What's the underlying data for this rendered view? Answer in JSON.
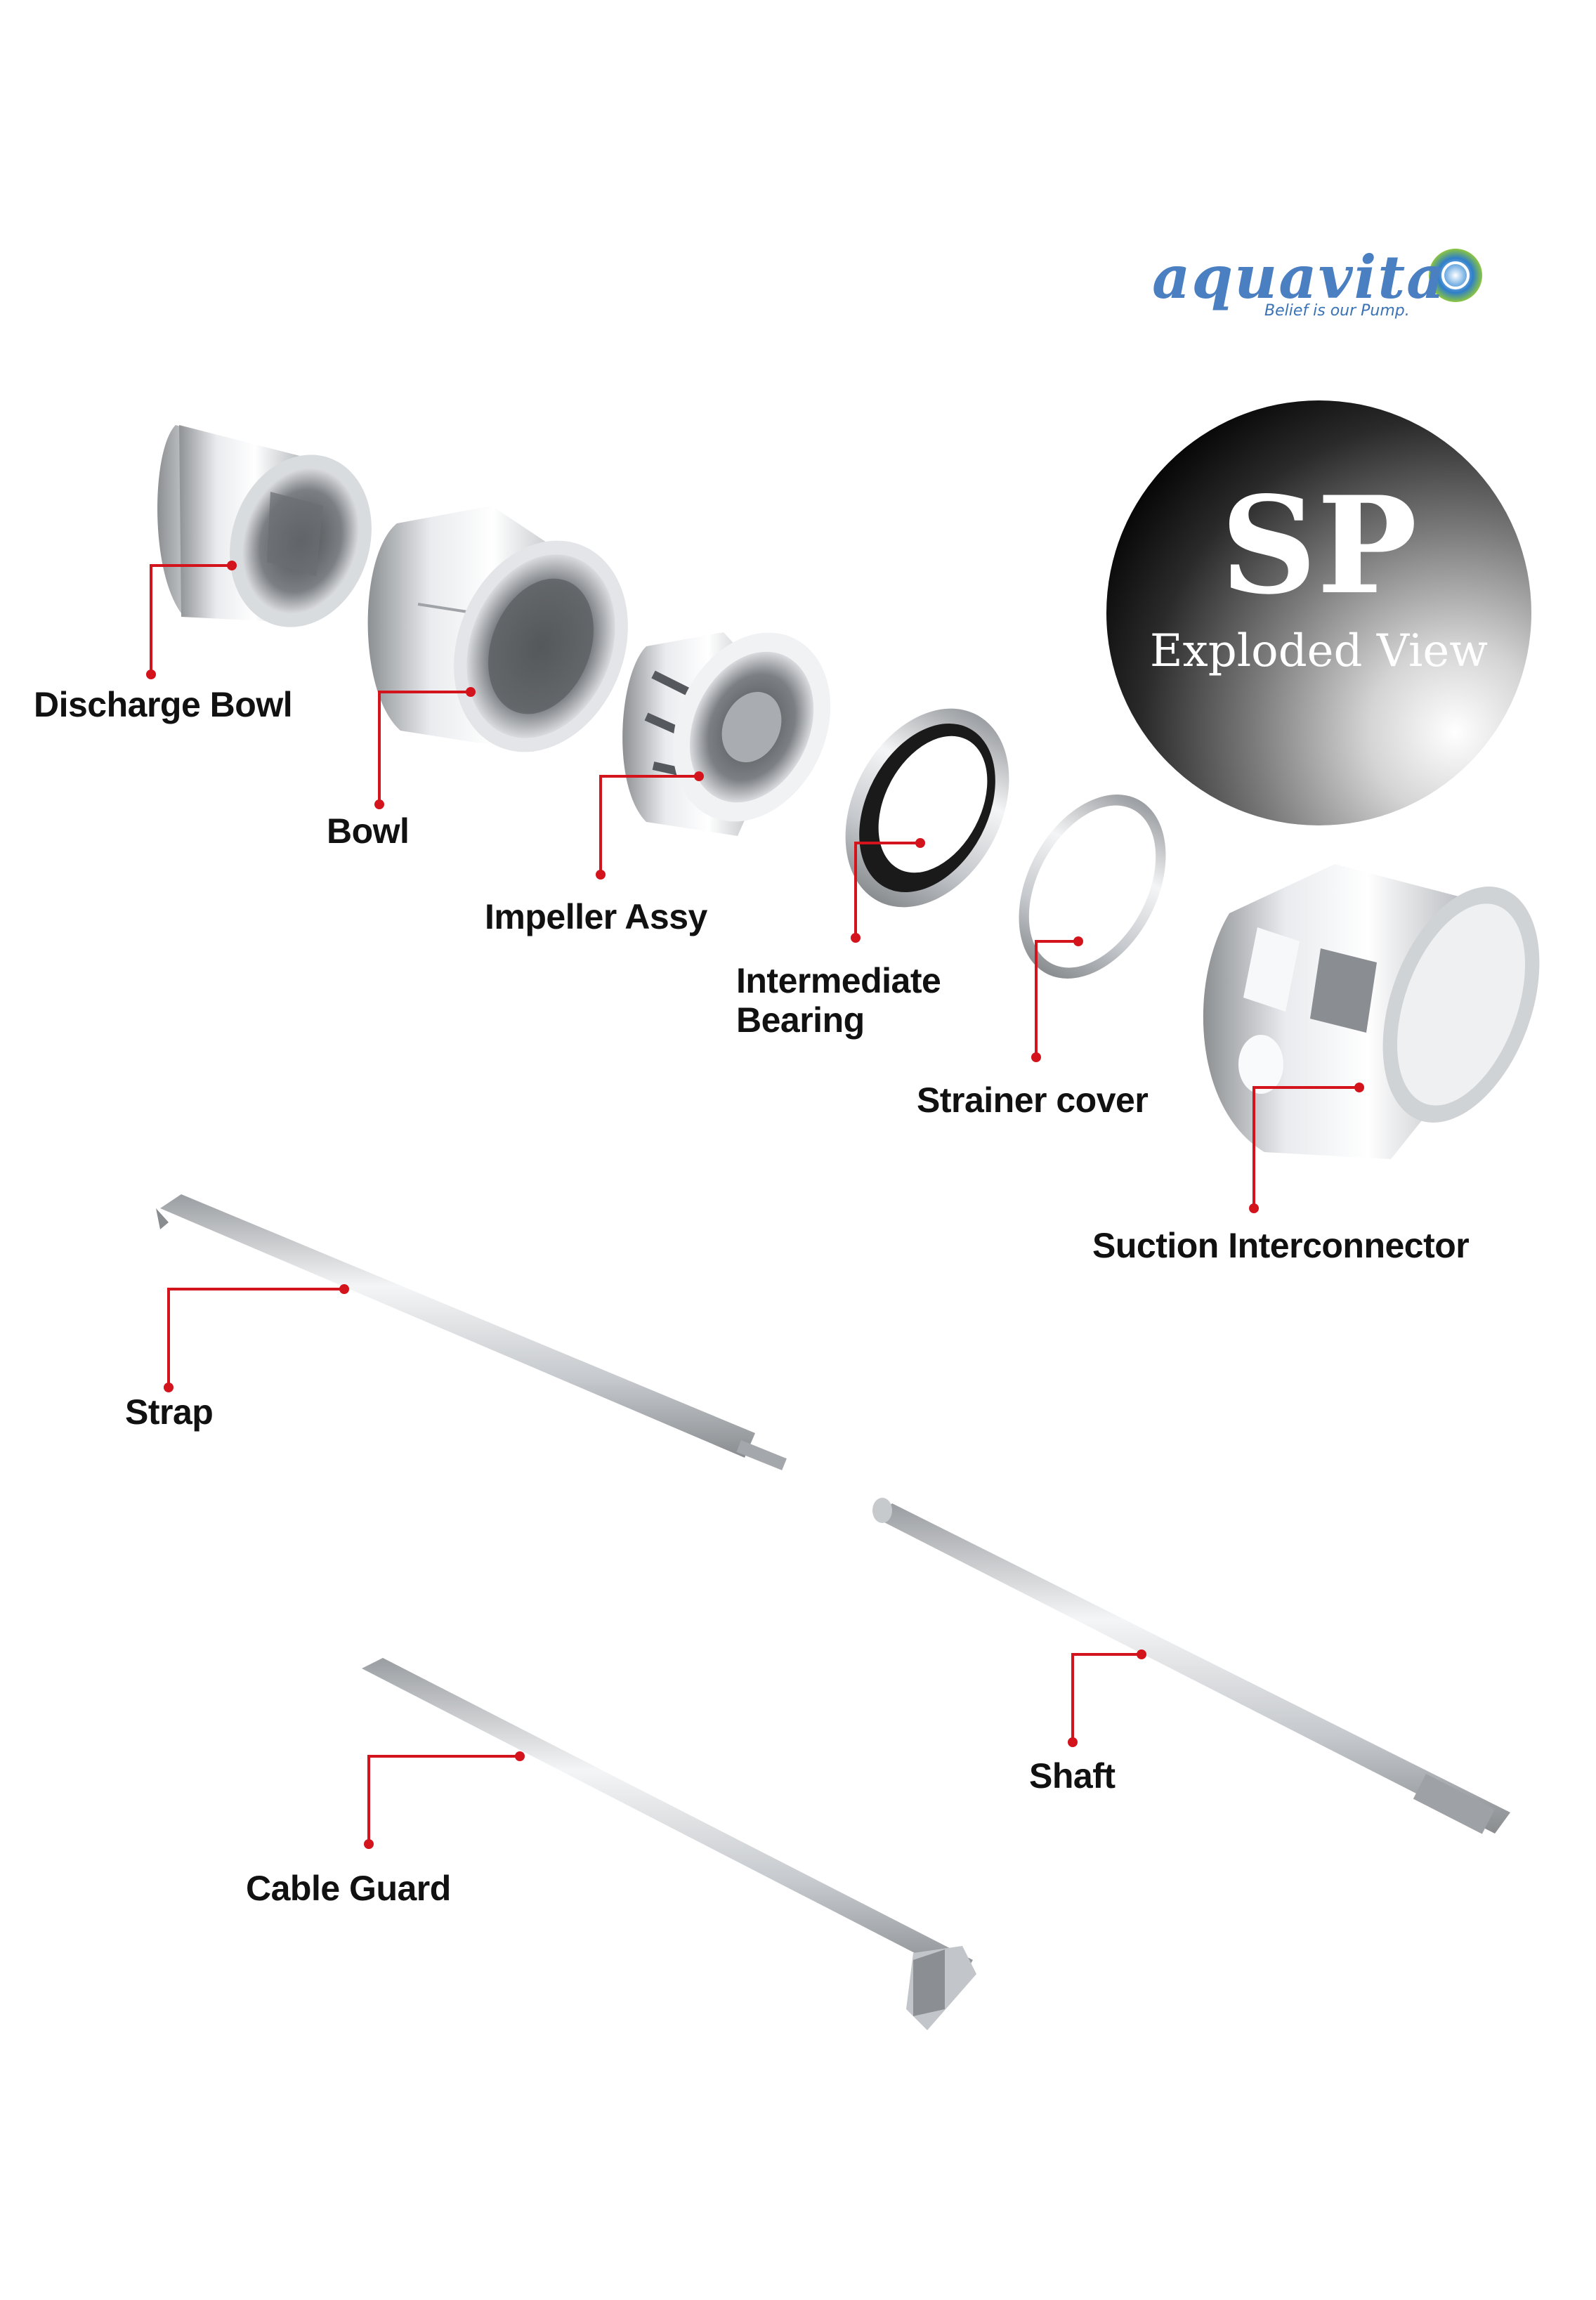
{
  "brand": {
    "name": "aquavita",
    "tagline": "Belief is our Pump."
  },
  "badge": {
    "title": "SP",
    "subtitle": "Exploded  View"
  },
  "parts": {
    "discharge_bowl": "Discharge Bowl",
    "bowl": "Bowl",
    "impeller_assy": "Impeller Assy",
    "intermediate_bearing_line1": "Intermediate",
    "intermediate_bearing_line2": "Bearing",
    "strainer_cover": "Strainer cover",
    "suction_interconnector": "Suction Interconnector",
    "strap": "Strap",
    "shaft": "Shaft",
    "cable_guard": "Cable Guard"
  },
  "colors": {
    "leader_line": "#d4141c",
    "brand_blue": "#4a7fc1",
    "brand_green": "#8cc63f",
    "metal": "#b9bcc0"
  }
}
